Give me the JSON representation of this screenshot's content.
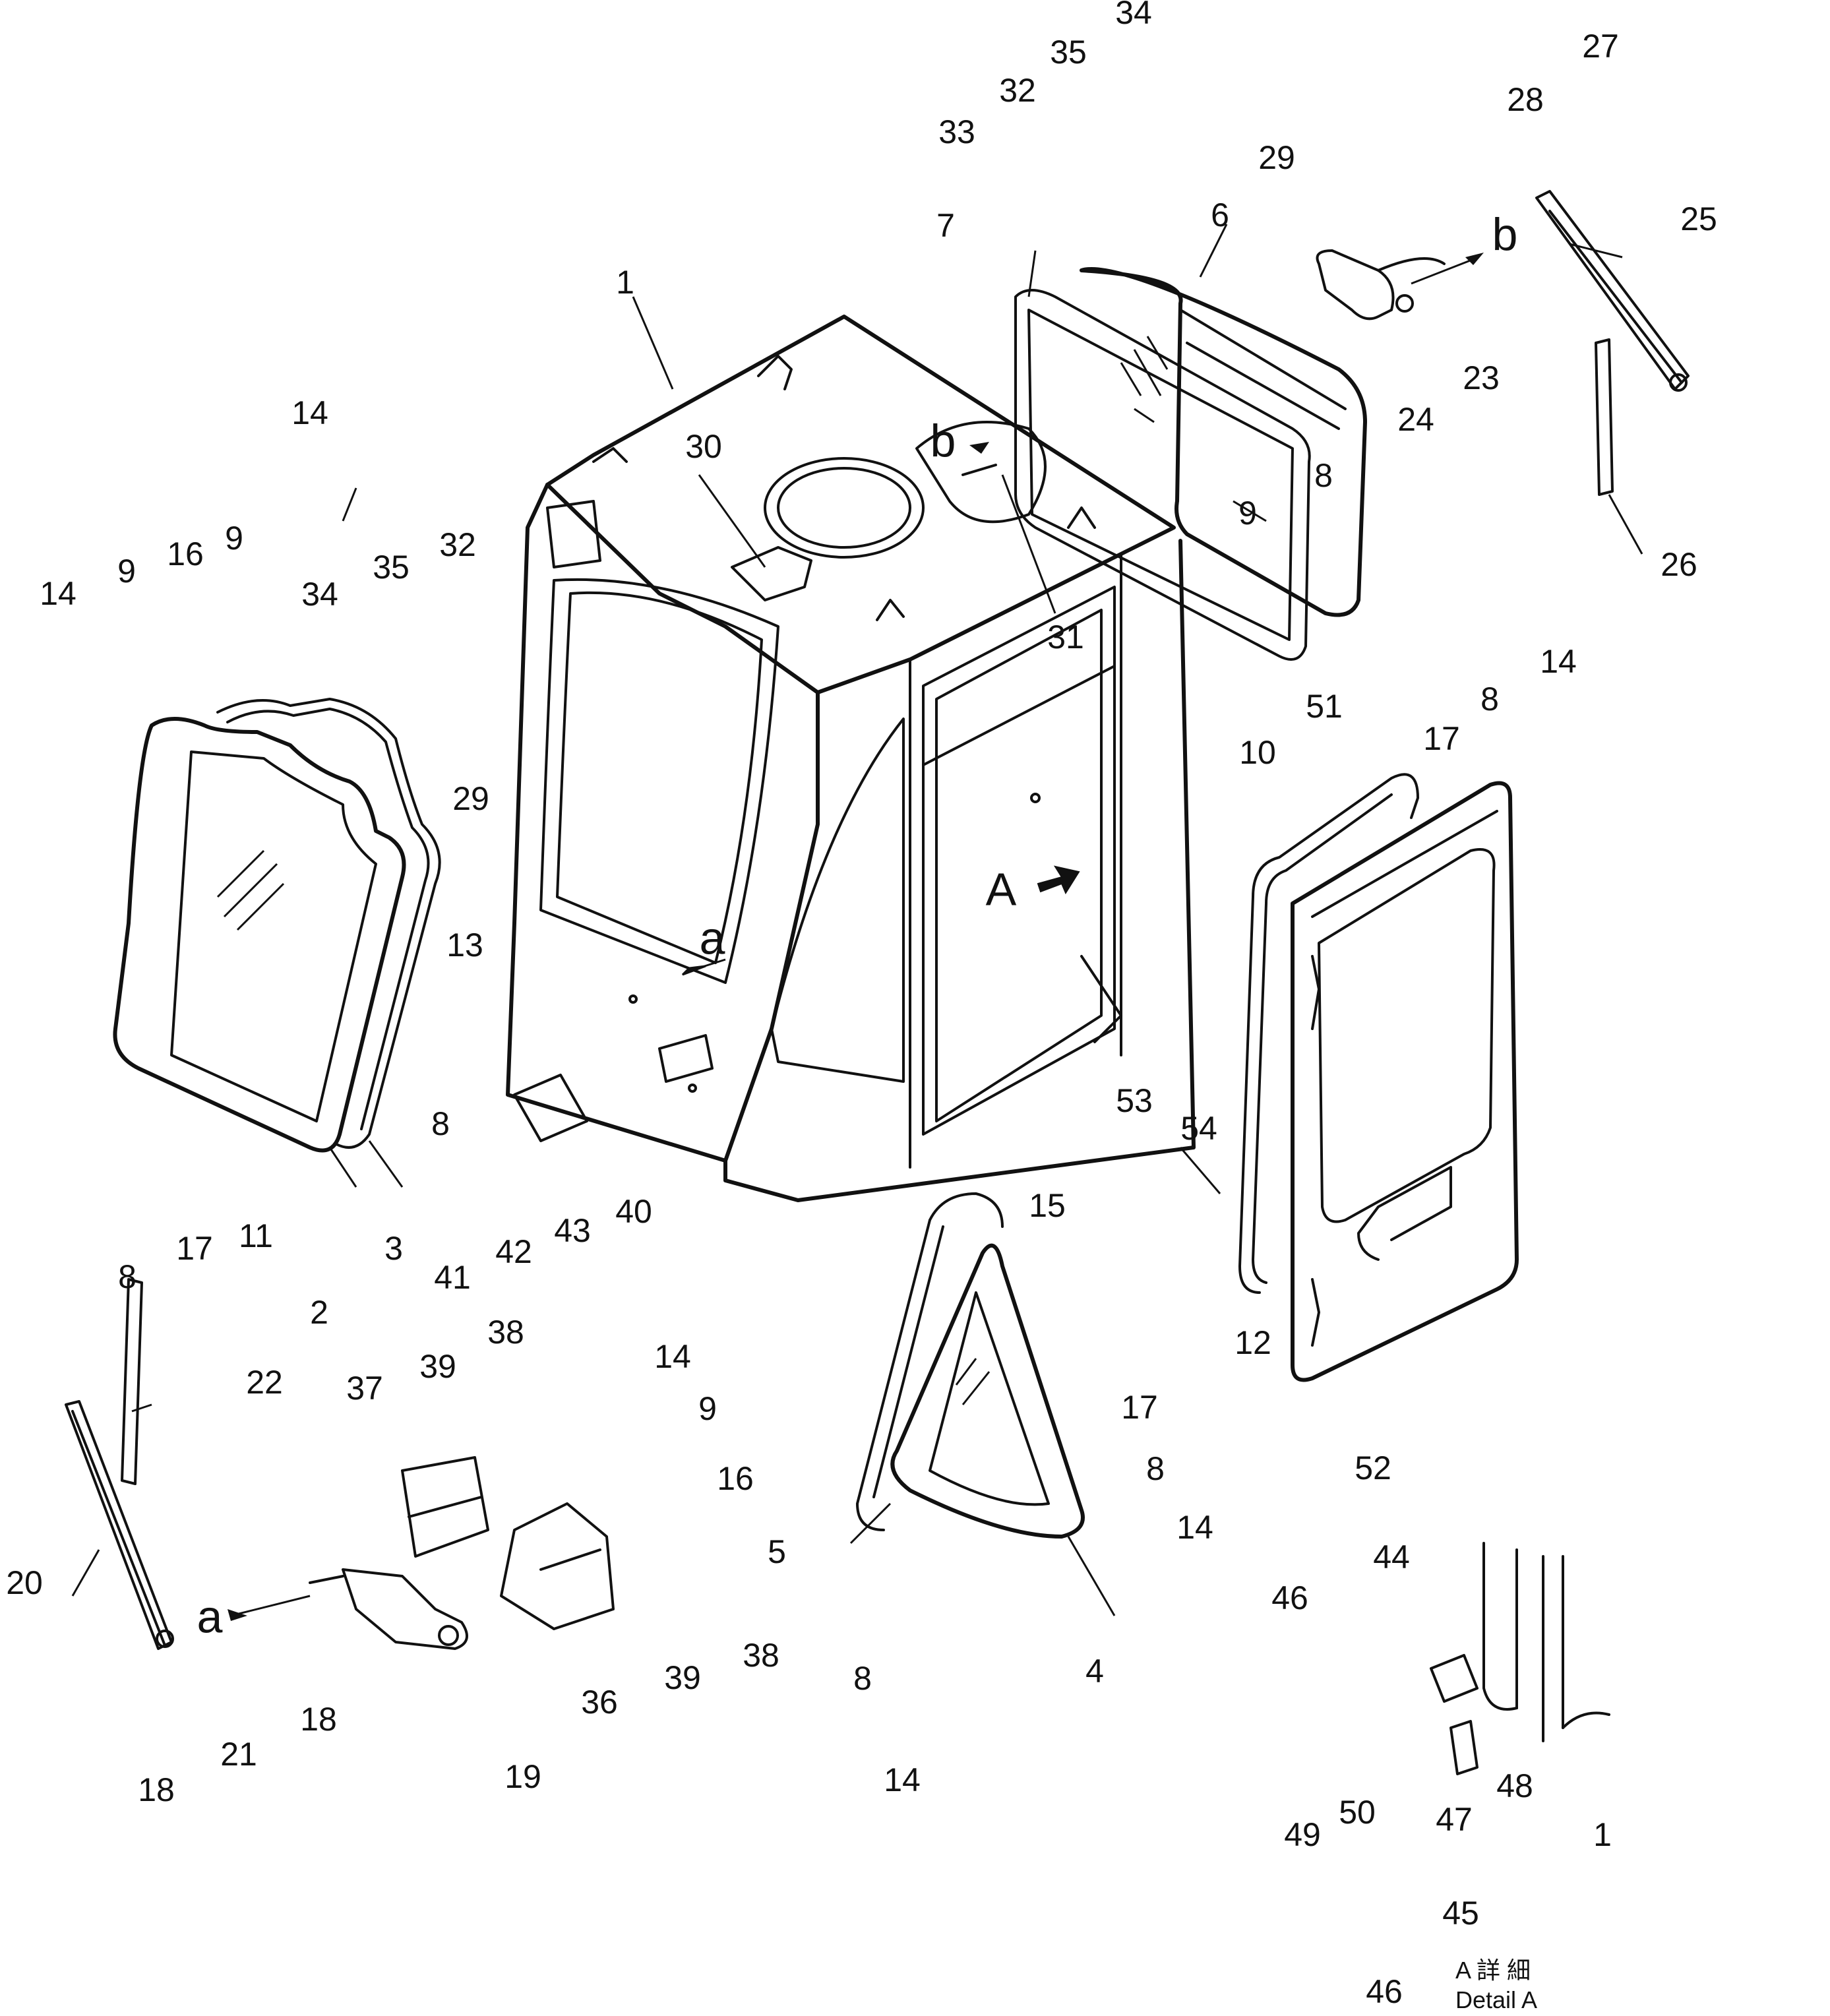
{
  "callouts": [
    {
      "id": "c1",
      "text": "1"
    },
    {
      "id": "c2",
      "text": "2"
    },
    {
      "id": "c3",
      "text": "3"
    },
    {
      "id": "c4",
      "text": "4"
    },
    {
      "id": "c5",
      "text": "5"
    },
    {
      "id": "c6",
      "text": "6"
    },
    {
      "id": "c7",
      "text": "7"
    },
    {
      "id": "c8a",
      "text": "8"
    },
    {
      "id": "c8b",
      "text": "8"
    },
    {
      "id": "c8c",
      "text": "8"
    },
    {
      "id": "c8d",
      "text": "8"
    },
    {
      "id": "c8e",
      "text": "8"
    },
    {
      "id": "c8f",
      "text": "8"
    },
    {
      "id": "c9a",
      "text": "9"
    },
    {
      "id": "c9b",
      "text": "9"
    },
    {
      "id": "c9c",
      "text": "9"
    },
    {
      "id": "c9d",
      "text": "9"
    },
    {
      "id": "c10",
      "text": "10"
    },
    {
      "id": "c11",
      "text": "11"
    },
    {
      "id": "c12",
      "text": "12"
    },
    {
      "id": "c13",
      "text": "13"
    },
    {
      "id": "c14a",
      "text": "14"
    },
    {
      "id": "c14b",
      "text": "14"
    },
    {
      "id": "c14c",
      "text": "14"
    },
    {
      "id": "c14d",
      "text": "14"
    },
    {
      "id": "c14e",
      "text": "14"
    },
    {
      "id": "c14f",
      "text": "14"
    },
    {
      "id": "c15",
      "text": "15"
    },
    {
      "id": "c16a",
      "text": "16"
    },
    {
      "id": "c16b",
      "text": "16"
    },
    {
      "id": "c17a",
      "text": "17"
    },
    {
      "id": "c17b",
      "text": "17"
    },
    {
      "id": "c17c",
      "text": "17"
    },
    {
      "id": "c18a",
      "text": "18"
    },
    {
      "id": "c18b",
      "text": "18"
    },
    {
      "id": "c19",
      "text": "19"
    },
    {
      "id": "c20",
      "text": "20"
    },
    {
      "id": "c21",
      "text": "21"
    },
    {
      "id": "c22",
      "text": "22"
    },
    {
      "id": "c23",
      "text": "23"
    },
    {
      "id": "c24",
      "text": "24"
    },
    {
      "id": "c25",
      "text": "25"
    },
    {
      "id": "c26",
      "text": "26"
    },
    {
      "id": "c27",
      "text": "27"
    },
    {
      "id": "c28",
      "text": "28"
    },
    {
      "id": "c29a",
      "text": "29"
    },
    {
      "id": "c29b",
      "text": "29"
    },
    {
      "id": "c30",
      "text": "30"
    },
    {
      "id": "c31",
      "text": "31"
    },
    {
      "id": "c32a",
      "text": "32"
    },
    {
      "id": "c32b",
      "text": "32"
    },
    {
      "id": "c33",
      "text": "33"
    },
    {
      "id": "c34a",
      "text": "34"
    },
    {
      "id": "c34b",
      "text": "34"
    },
    {
      "id": "c35a",
      "text": "35"
    },
    {
      "id": "c35b",
      "text": "35"
    },
    {
      "id": "c36",
      "text": "36"
    },
    {
      "id": "c37",
      "text": "37"
    },
    {
      "id": "c38a",
      "text": "38"
    },
    {
      "id": "c38b",
      "text": "38"
    },
    {
      "id": "c39a",
      "text": "39"
    },
    {
      "id": "c39b",
      "text": "39"
    },
    {
      "id": "c40",
      "text": "40"
    },
    {
      "id": "c41",
      "text": "41"
    },
    {
      "id": "c42",
      "text": "42"
    },
    {
      "id": "c43",
      "text": "43"
    },
    {
      "id": "c44",
      "text": "44"
    },
    {
      "id": "c45",
      "text": "45"
    },
    {
      "id": "c46a",
      "text": "46"
    },
    {
      "id": "c46b",
      "text": "46"
    },
    {
      "id": "c47",
      "text": "47"
    },
    {
      "id": "c48",
      "text": "48"
    },
    {
      "id": "c49",
      "text": "49"
    },
    {
      "id": "c50",
      "text": "50"
    },
    {
      "id": "c51",
      "text": "51"
    },
    {
      "id": "c52",
      "text": "52"
    },
    {
      "id": "c53",
      "text": "53"
    },
    {
      "id": "c54",
      "text": "54"
    },
    {
      "id": "c1d",
      "text": "1"
    }
  ],
  "view_markers": [
    {
      "id": "va1",
      "text": "a"
    },
    {
      "id": "va2",
      "text": "a"
    },
    {
      "id": "vb1",
      "text": "b"
    },
    {
      "id": "vb2",
      "text": "b"
    },
    {
      "id": "vA",
      "text": "A"
    }
  ],
  "detail_caption": {
    "line1": "A 詳 細",
    "line2": "Detail A"
  }
}
